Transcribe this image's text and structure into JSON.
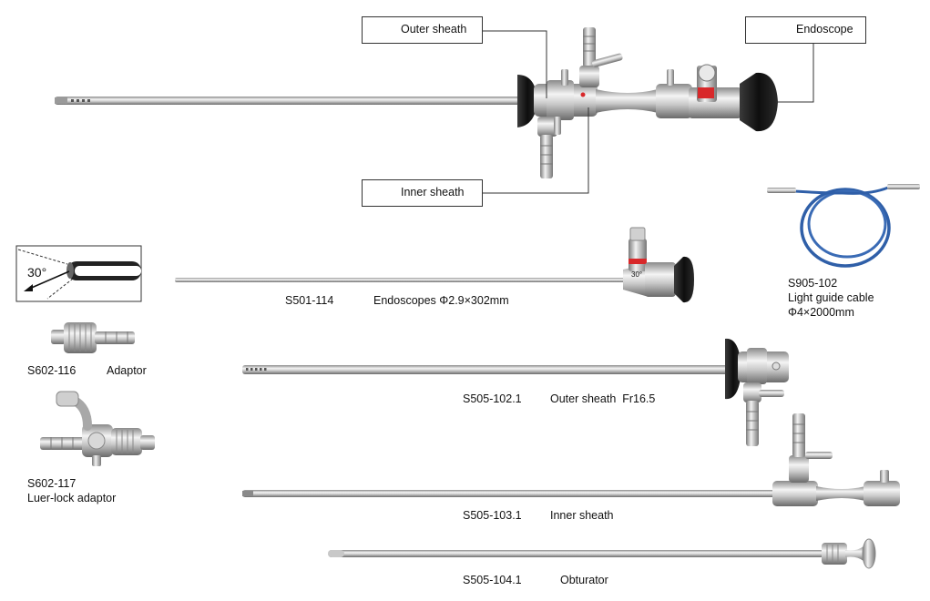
{
  "callouts": {
    "outer_sheath": "Outer sheath",
    "endoscope": "Endoscope",
    "inner_sheath": "Inner sheath"
  },
  "angle_diagram": {
    "angle_label": "30°"
  },
  "endoscope_part": {
    "code": "S501-114",
    "desc": "Endoscopes Φ2.9×302mm",
    "scope_mark": "30°"
  },
  "cable_part": {
    "code": "S905-102",
    "name": "Light guide cable",
    "size": "Φ4×2000mm"
  },
  "adaptor_part": {
    "code": "S602-116",
    "name": "Adaptor"
  },
  "luer_part": {
    "code": "S602-117",
    "name": "Luer-lock adaptor"
  },
  "outer_sheath_part": {
    "code": "S505-102.1",
    "desc": "Outer sheath  Fr16.5"
  },
  "inner_sheath_part": {
    "code": "S505-103.1",
    "desc": "Inner sheath"
  },
  "obturator_part": {
    "code": "S505-104.1",
    "desc": "Obturator"
  },
  "colors": {
    "steel_light": "#f2f2f2",
    "steel_mid": "#b8b8b8",
    "steel_dark": "#6e6e6e",
    "rubber": "#161616",
    "cable_blue": "#2f5fa8",
    "accent_red": "#d8282a"
  }
}
